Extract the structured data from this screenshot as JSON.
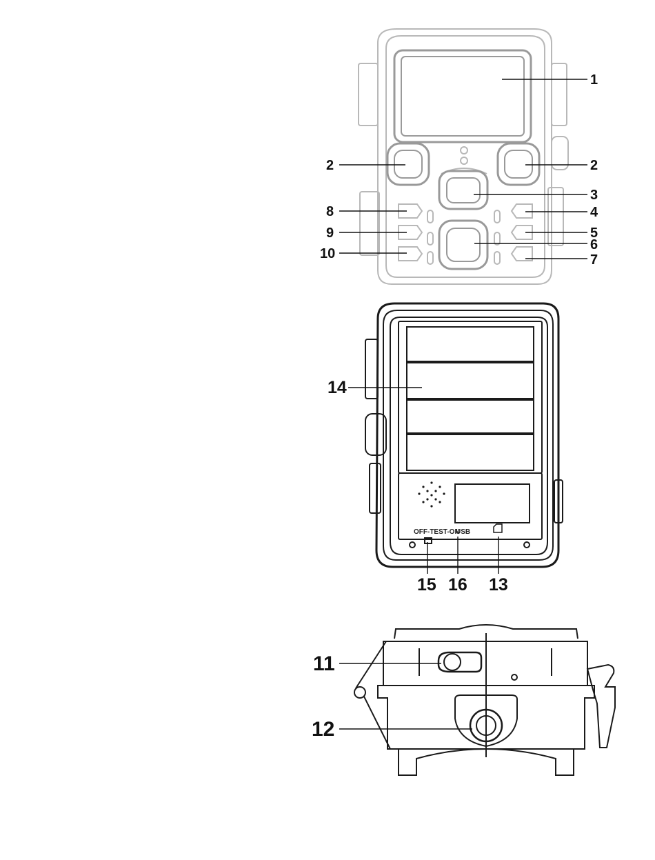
{
  "figures": [
    {
      "view": "front",
      "callouts": [
        "1",
        "2",
        "2",
        "3",
        "4",
        "5",
        "6",
        "7",
        "8",
        "9",
        "10"
      ]
    },
    {
      "view": "inside",
      "callouts": [
        "14",
        "15",
        "16",
        "13"
      ],
      "switch_text": "OFF-TEST-ON",
      "port_text": "USB"
    },
    {
      "view": "bottom",
      "callouts": [
        "11",
        "12"
      ]
    }
  ],
  "colors": {
    "front_outline": "#b8b8b8",
    "line_art": "#1a1a1a"
  }
}
